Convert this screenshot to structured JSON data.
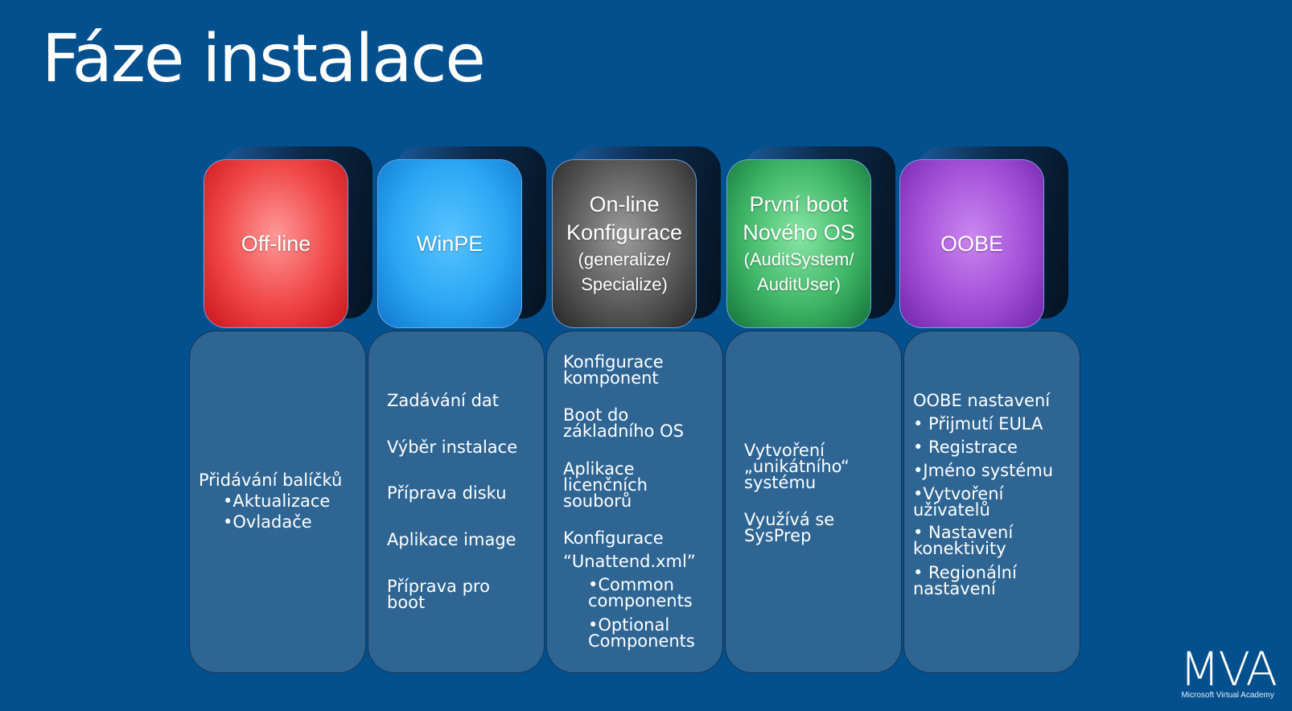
{
  "title": "Fáze instalace",
  "phases": [
    {
      "lines": [
        "Off-line"
      ]
    },
    {
      "lines": [
        "WinPE"
      ]
    },
    {
      "lines": [
        "On-line",
        "Konfigurace"
      ],
      "sub": [
        "(generalize/",
        "Specialize)"
      ]
    },
    {
      "lines": [
        "První boot",
        "Nového OS"
      ],
      "sub": [
        "(AuditSystem/",
        "AuditUser)"
      ]
    },
    {
      "lines": [
        "OOBE"
      ]
    }
  ],
  "details": {
    "offline": [
      "Přidávání balíčků",
      "•Aktualizace",
      "•Ovladače"
    ],
    "winpe": [
      "Zadávání dat",
      "Výběr instalace",
      "Příprava disku",
      "Aplikace image",
      "Příprava pro",
      "boot"
    ],
    "online": [
      "Konfigurace",
      "komponent",
      "Boot do",
      "základního OS",
      "Aplikace",
      "licenčních",
      "souborů",
      "Konfigurace",
      "“Unattend.xml”",
      "•Common",
      "components",
      "•Optional",
      "Components"
    ],
    "firstboot": [
      "Vytvoření",
      "„unikátního“",
      "systému",
      "Využívá se",
      "SysPrep"
    ],
    "oobe": [
      "OOBE nastavení",
      "• Přijmutí EULA",
      "• Registrace",
      "•Jméno systému",
      "•Vytvoření",
      "uživatelů",
      "• Nastavení",
      "konektivity",
      "• Regionální",
      "nastavení"
    ]
  },
  "logo": {
    "name": "MVA",
    "subtitle": "Microsoft Virtual Academy"
  }
}
